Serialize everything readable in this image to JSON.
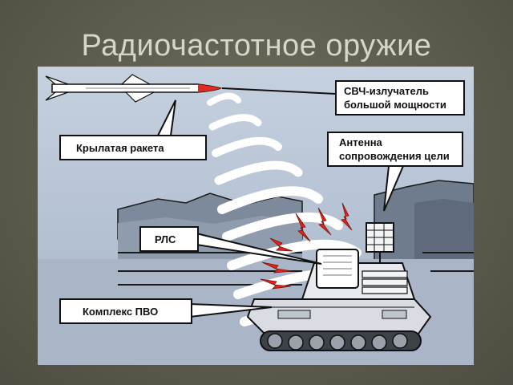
{
  "slide": {
    "title": "Радиочастотное оружие"
  },
  "diagram": {
    "labels": {
      "missile": "Крылатая ракета",
      "emitter_line1": "СВЧ-излучатель",
      "emitter_line2": "большой мощности",
      "antenna_line1": "Антенна",
      "antenna_line2": "сопровождения цели",
      "radar": "РЛС",
      "complex": "Комплекс ПВО"
    },
    "colors": {
      "sky": "#b9c6d8",
      "mountains": "#6f7c8e",
      "waves": "#ffffff",
      "interference": "#e0241b",
      "vehicle": "#d9dde3"
    }
  }
}
